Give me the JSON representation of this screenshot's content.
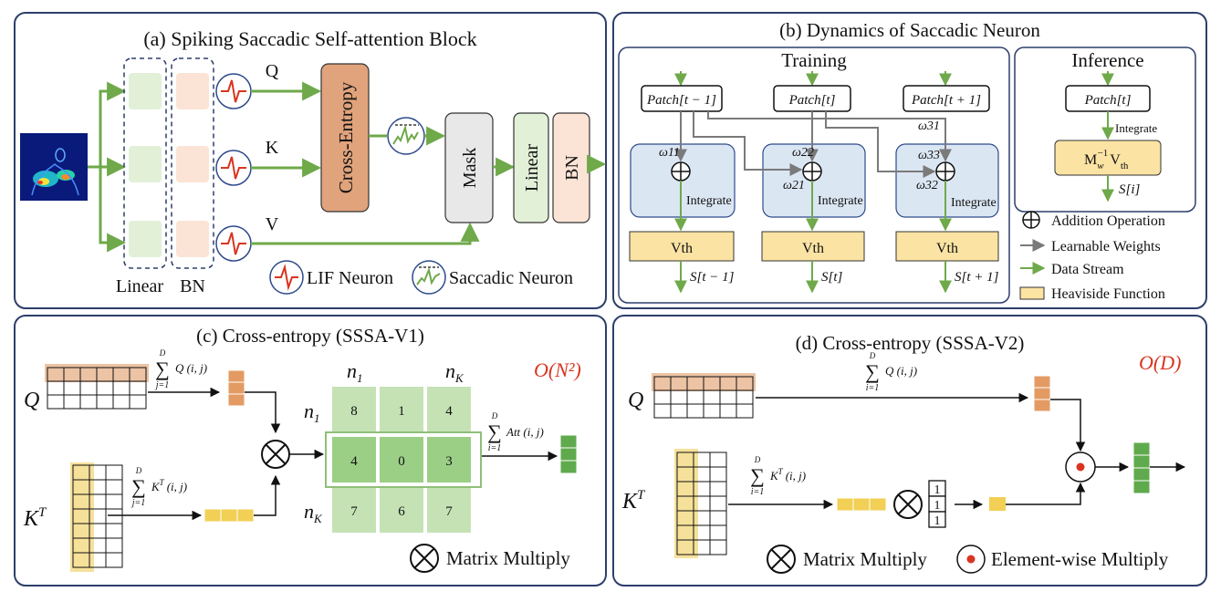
{
  "panels": {
    "a": {
      "title": "(a) Spiking Saccadic Self-attention Block"
    },
    "b": {
      "title": "(b) Dynamics of Saccadic Neuron"
    },
    "c": {
      "title": "(c) Cross-entropy (SSSA-V1)"
    },
    "d": {
      "title": "(d) Cross-entropy (SSSA-V2)"
    }
  },
  "block": {
    "q": "Q",
    "k": "K",
    "v": "V",
    "linear": "Linear",
    "bn": "BN",
    "cross_entropy": "Cross-Entropy",
    "mask": "Mask",
    "out_linear": "Linear",
    "out_bn": "BN",
    "legend_lif": "LIF Neuron",
    "legend_saccadic": "Saccadic Neuron"
  },
  "dynamics": {
    "training": "Training",
    "inference": "Inference",
    "patch_prev": "Patch[t − 1]",
    "patch_cur": "Patch[t]",
    "patch_next": "Patch[t + 1]",
    "patch_inf": "Patch[t]",
    "integrate": "Integrate",
    "vth": "Vth",
    "s_prev": "S[t − 1]",
    "s_cur": "S[t]",
    "s_next": "S[t + 1]",
    "s_inf": "S[i]",
    "mw": "M",
    "mw_sub": "w",
    "mw_sup": "−1",
    "vth_label": "V",
    "vth_sub": "th",
    "w11": "ω11",
    "w21": "ω21",
    "w22": "ω22",
    "w31": "ω31",
    "w32": "ω32",
    "w33": "ω33",
    "legend": {
      "addition": "Addition Operation",
      "weights": "Learnable Weights",
      "stream": "Data Stream",
      "heaviside": "Heaviside Function"
    }
  },
  "sssa_v1": {
    "complexity": "O(N²)",
    "q": "Q",
    "kt": "K",
    "kt_sup": "T",
    "sum_q": "Q (i, j)",
    "sum_k": "K",
    "sum_k_tail": "(i, j)",
    "sum_att": "Att (i, j)",
    "sum_top": "D",
    "sum_bot_j": "j=1",
    "sum_bot_i": "i=1",
    "n1_col": "n",
    "nk_col": "n",
    "n1_row": "n",
    "nk_row": "n",
    "sub_1": "1",
    "sub_k": "K",
    "matrix": [
      [
        "8",
        "1",
        "4"
      ],
      [
        "4",
        "0",
        "3"
      ],
      [
        "7",
        "6",
        "7"
      ]
    ],
    "legend_matmul": "Matrix Multiply"
  },
  "sssa_v2": {
    "complexity": "O(D)",
    "q": "Q",
    "kt": "K",
    "kt_sup": "T",
    "sum_q": "Q (i, j)",
    "sum_k": "K",
    "sum_k_tail": "(i, j)",
    "sum_top": "D",
    "sum_bot": "i=1",
    "ones": [
      "1",
      "1",
      "1"
    ],
    "legend_matmul": "Matrix Multiply",
    "legend_elem": "Element-wise Multiply"
  },
  "colors": {
    "green_arrow": "#6fa94a",
    "gray_arrow": "#7a7a7a",
    "border": "#2d3e6b",
    "cross_entropy_fill": "#e0a37c",
    "q_orange": "#e39b63",
    "k_yellow": "#f2cf55",
    "heaviside": "#fbe3a4",
    "integrate_fill": "#dbe6f3",
    "matrix_green": "#b7dba5",
    "red": "#d9341f"
  }
}
